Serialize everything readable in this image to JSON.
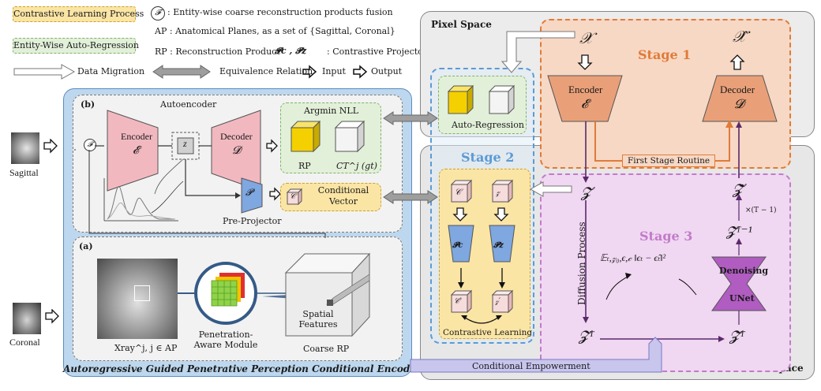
{
  "legend": {
    "contrastive_label": "Contrastive Learning Process",
    "autoregression_label": "Entity-Wise Auto-Regression",
    "fusion_symbol": "𝓕",
    "fusion_text": ": Entity-wise coarse reconstruction products fusion",
    "ap_text": "AP : Anatomical Planes, as a set of {Sagittal, Coronal}",
    "rp_text": "RP : Reconstruction Product",
    "projector_symbols": "𝓟𝒄 , 𝓟𝒛",
    "projector_text": ": Contrastive Projector",
    "data_migration": "Data Migration",
    "equivalence": "Equivalence Relation",
    "input": "Input",
    "output": "Output"
  },
  "inputs": {
    "sagittal": "Sagittal",
    "coronal": "Coronal"
  },
  "encoder_module": {
    "section_b": "(b)",
    "autoencoder_label": "Autoencoder",
    "encoder_label": "Encoder",
    "encoder_symbol": "𝓔",
    "z_label": "z",
    "decoder_label": "Decoder",
    "decoder_symbol": "𝓓",
    "argmin_label": "Argmin NLL",
    "rp_label": "RP",
    "ct_label": "CT^j (gt)",
    "pre_projector_symbol": "𝓟",
    "pre_projector_label": "Pre-Projector",
    "c_symbol": "𝒞",
    "conditional_vector_label": "Conditional Vector",
    "section_a": "(a)",
    "xray_label": "Xray^j, j ∈ AP",
    "penetration_label": "Penetration-Aware Module",
    "spatial_features_label": "Spatial Features",
    "coarse_rp_label": "Coarse RP",
    "footer_label": "Autoregressive Guided Penetrative Perception Conditional Encoder"
  },
  "pixel_space": {
    "title": "Pixel Space",
    "autoregression_label": "Auto-Regression"
  },
  "stage1": {
    "title": "Stage 1",
    "x_symbol": "𝒳",
    "x_hat_symbol": "𝒳̂",
    "encoder_label": "Encoder",
    "encoder_symbol": "𝓔",
    "decoder_label": "Decoder",
    "decoder_symbol": "𝓓",
    "routine_label": "First Stage Routine"
  },
  "stage2": {
    "title": "Stage 2",
    "c_symbol": "𝒞",
    "z_symbol": "𝓏",
    "pc_symbol": "𝓟𝒄",
    "pz_symbol": "𝓟𝒛",
    "c_prime": "𝒞′",
    "z_prime": "𝓏′",
    "contrastive_label": "Contrastive Learning"
  },
  "stage3": {
    "title": "Stage 3",
    "z_symbol": "𝓩",
    "z_hat_symbol": "𝓩̂",
    "repeat_label": "×(T − 1)",
    "z_tilde_t1": "𝓩̃ᵀ⁻¹",
    "diffusion_label": "Diffusion Process",
    "loss_formula": "𝔼ₜ,𝓏₀,ϵ,𝒸 ‖ϵₜ − ϵ̂ₜ‖²",
    "denoising_label": "Denoising",
    "unet_label": "UNet",
    "z_t": "𝓩ᵀ",
    "z_tilde_t": "𝓩̃ᵀ"
  },
  "bottom": {
    "conditional_empowerment": "Conditional Empowerment",
    "latent_space": "Latent Space"
  },
  "colors": {
    "stage1_orange": "#e07b39",
    "stage2_blue": "#5b9bd5",
    "stage3_pink": "#c27bc9",
    "encoder_pink": "#f2b8c0",
    "projector_blue": "#7fa7e0",
    "rp_yellow": "#f5d000",
    "autoregression_green": "#e2f0d9",
    "contrastive_yellow": "#fbe5a5",
    "encoder_panel_blue": "#bdd7ee",
    "latent_grey": "#e7e7e7",
    "unet_purple": "#b05cc0",
    "stage1_box": "#e9a079"
  }
}
